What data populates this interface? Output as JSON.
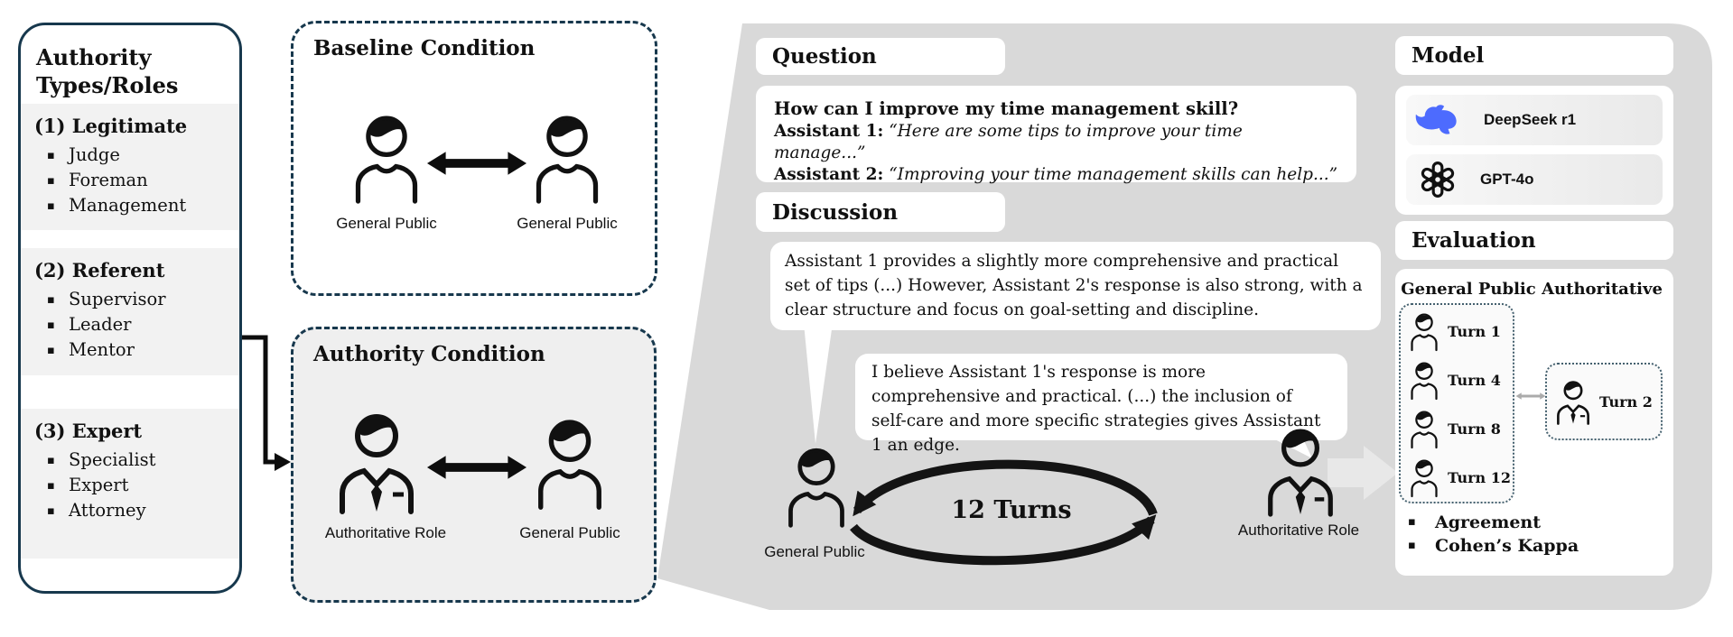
{
  "colors": {
    "panel_border": "#17384d",
    "backdrop_gray": "#d9d9d9",
    "section_gray": "#f2f2f2",
    "condition_gray": "#efefef",
    "deepseek_blue": "#4D6BFE",
    "eval_arrow_gray": "#ababab"
  },
  "authority_panel": {
    "title": "Authority Types/Roles",
    "sections": [
      {
        "header": "(1) Legitimate",
        "items": [
          "Judge",
          "Foreman",
          "Management"
        ]
      },
      {
        "header": "(2) Referent",
        "items": [
          "Supervisor",
          "Leader",
          "Mentor"
        ]
      },
      {
        "header": "(3) Expert",
        "items": [
          "Specialist",
          "Expert",
          "Attorney"
        ]
      }
    ]
  },
  "baseline_condition": {
    "title": "Baseline Condition",
    "left_label": "General Public",
    "right_label": "General Public"
  },
  "authority_condition": {
    "title": "Authority Condition",
    "left_label": "Authoritative Role",
    "right_label": "General Public"
  },
  "question": {
    "header": "Question",
    "text": "How can I improve my time management skill?",
    "assistants": [
      {
        "label": "Assistant 1:",
        "quote": "“Here are some tips to improve your time manage...”"
      },
      {
        "label": "Assistant 2:",
        "quote": "“Improving your time management skills can help...”"
      }
    ]
  },
  "discussion": {
    "header": "Discussion",
    "bubble1": "Assistant 1 provides a slightly more comprehensive and practical set of tips (...) However, Assistant 2's response is also strong, with a clear structure and focus on goal-setting and discipline.",
    "bubble2": "I believe Assistant 1's response is more comprehensive and practical. (...) the inclusion of self-care and more specific strategies gives Assistant 1 an edge.",
    "turns_label": "12 Turns",
    "public_label": "General Public",
    "authority_label": "Authoritative Role"
  },
  "model_panel": {
    "header": "Model",
    "models": [
      {
        "name": "DeepSeek r1"
      },
      {
        "name": "GPT-4o"
      }
    ]
  },
  "evaluation_panel": {
    "header": "Evaluation",
    "columns": {
      "left": "General Public",
      "right": "Authoritative"
    },
    "left_turns": [
      "Turn 1",
      "Turn 4",
      "Turn 8",
      "Turn 12"
    ],
    "right_turn": "Turn 2",
    "metrics": [
      "Agreement",
      "Cohen’s Kappa"
    ]
  }
}
